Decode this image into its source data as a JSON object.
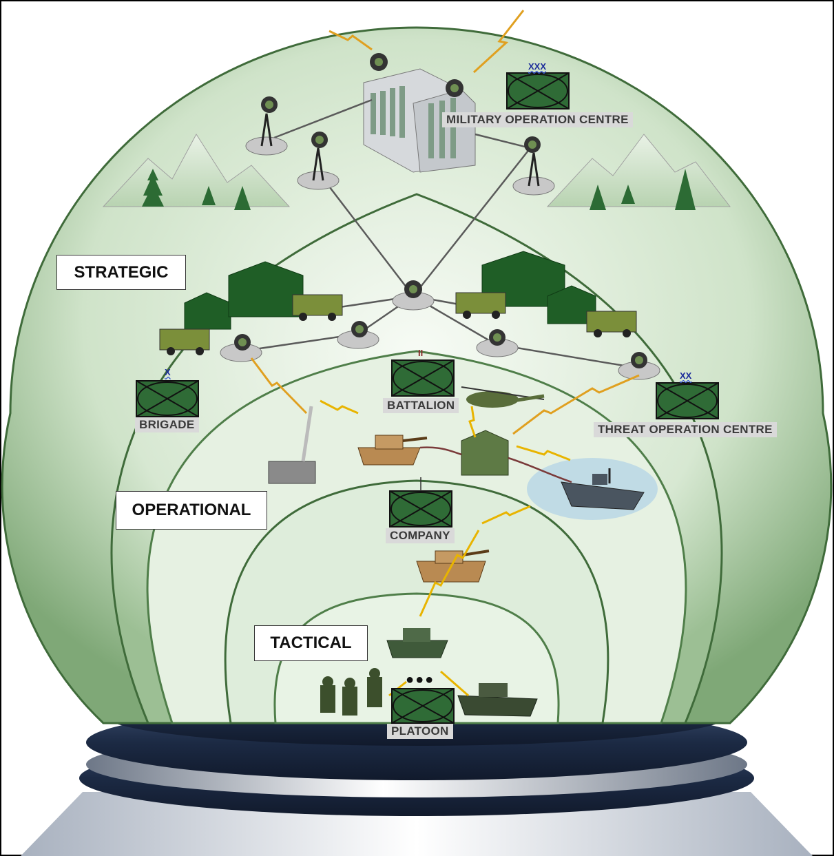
{
  "levels": {
    "strategic": "STRATEGIC",
    "operational": "OPERATIONAL",
    "tactical": "TACTICAL"
  },
  "units": {
    "moc": {
      "label": "MILITARY OPERATION CENTRE",
      "echelon": "XXX"
    },
    "toc": {
      "label": "THREAT OPERATION CENTRE",
      "echelon": "XX"
    },
    "brigade": {
      "label": "BRIGADE",
      "echelon": "X"
    },
    "battalion": {
      "label": "BATTALION",
      "echelon": "II"
    },
    "company": {
      "label": "COMPANY",
      "echelon": "I"
    },
    "platoon": {
      "label": "PLATOON",
      "echelon": "●●●"
    }
  },
  "colors": {
    "dome": "#cfe3c9",
    "dome_edge": "#3f6b3a",
    "unit_symbol": "#2f6b36",
    "link_line": "#555555",
    "radio_link": "#e8b400",
    "base": "#1c2a44"
  }
}
